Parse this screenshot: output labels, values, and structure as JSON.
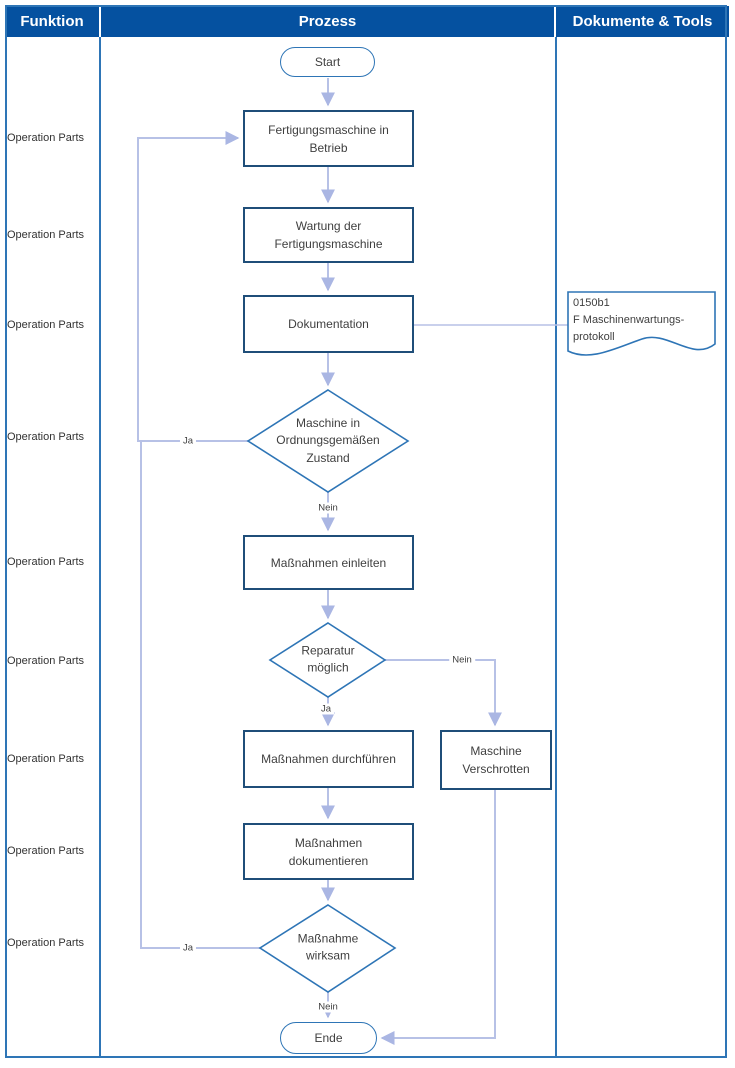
{
  "header": {
    "funktion": "Funktion",
    "prozess": "Prozess",
    "dokumente": "Dokumente & Tools"
  },
  "lanes": {
    "rows": [
      "Operation Parts",
      "Operation Parts",
      "Operation Parts",
      "Operation Parts",
      "Operation Parts",
      "Operation Parts",
      "Operation Parts",
      "Operation Parts",
      "Operation Parts"
    ]
  },
  "nodes": {
    "start": "Start",
    "betrieb": "Fertigungsmaschine in Betrieb",
    "wartung": "Wartung der Fertigungsmaschine",
    "dokumentation": "Dokumentation",
    "zustand": "Maschine in Ordnungsgemäßen Zustand",
    "einleiten": "Maßnahmen einleiten",
    "reparatur": "Reparatur möglich",
    "durchfuehren": "Maßnahmen durchführen",
    "verschrotten": "Maschine Verschrotten",
    "dokumentieren": "Maßnahmen dokumentieren",
    "wirksam": "Maßnahme wirksam",
    "ende": "Ende"
  },
  "edge_labels": {
    "ja": "Ja",
    "nein": "Nein"
  },
  "document": {
    "lines": [
      "0150b1",
      "F Maschinenwartungs-",
      "protokoll"
    ]
  },
  "colors": {
    "header_bg": "#0551A0",
    "frame": "#2E75B6",
    "process_border": "#1F4E79",
    "connector": "#B7C1E6",
    "text": "#3F3F3F"
  }
}
